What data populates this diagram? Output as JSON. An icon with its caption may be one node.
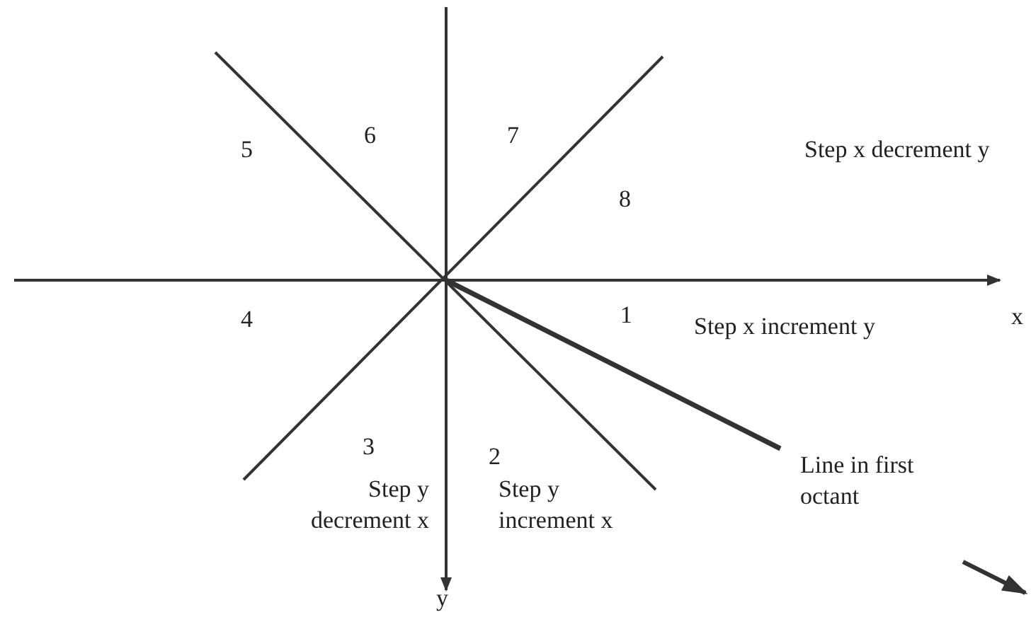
{
  "diagram": {
    "labels": [
      "6",
      "7",
      "5",
      "Step x decrement y",
      "8",
      "x",
      "4",
      "1",
      "Step x increment y",
      "3",
      "2",
      "Line in first octant",
      "Step y decrement x",
      "Step y increment x",
      "y"
    ]
  }
}
